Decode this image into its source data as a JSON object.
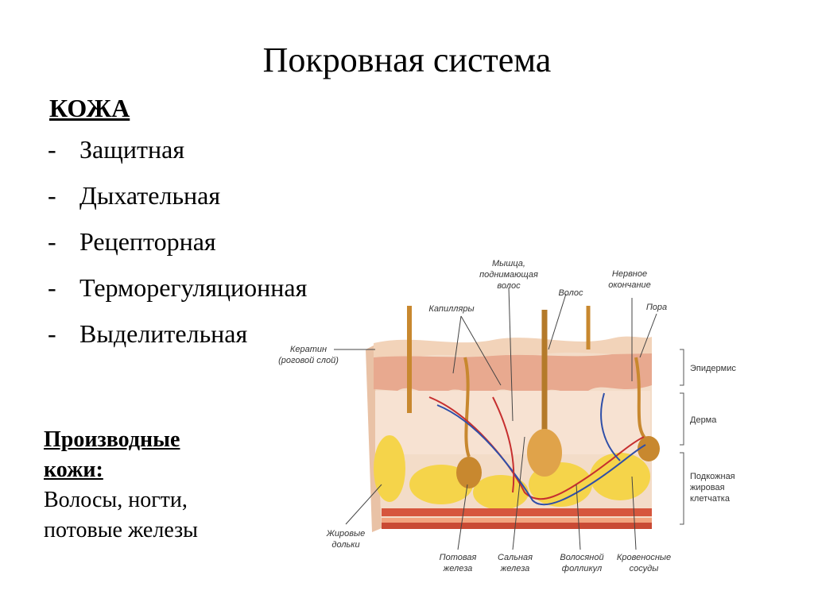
{
  "title": "Покровная система",
  "skin": {
    "heading": "КОЖА",
    "functions": [
      "Защитная",
      "Дыхательная",
      "Рецепторная",
      "Терморегуляционная",
      "Выделительная"
    ]
  },
  "derivatives": {
    "heading_line1": "Производные",
    "heading_line2": "кожи:",
    "text_line1": "Волосы, ногти,",
    "text_line2": "потовые железы"
  },
  "diagram_labels": {
    "muscle_1": "Мышца,",
    "muscle_2": "поднимающая",
    "muscle_3": "волос",
    "hair": "Волос",
    "nerve_1": "Нервное",
    "nerve_2": "окончание",
    "pore": "Пора",
    "capillaries": "Капилляры",
    "keratin_1": "Кератин",
    "keratin_2": "(роговой слой)",
    "epidermis": "Эпидермис",
    "dermis": "Дерма",
    "hypo_1": "Подкожная",
    "hypo_2": "жировая",
    "hypo_3": "клетчатка",
    "fat_1": "Жировые",
    "fat_2": "дольки",
    "sweat_1": "Потовая",
    "sweat_2": "железа",
    "sebaceous_1": "Сальная",
    "sebaceous_2": "железа",
    "follicle_1": "Волосяной",
    "follicle_2": "фолликул",
    "vessels_1": "Кровеносные",
    "vessels_2": "сосуды"
  }
}
